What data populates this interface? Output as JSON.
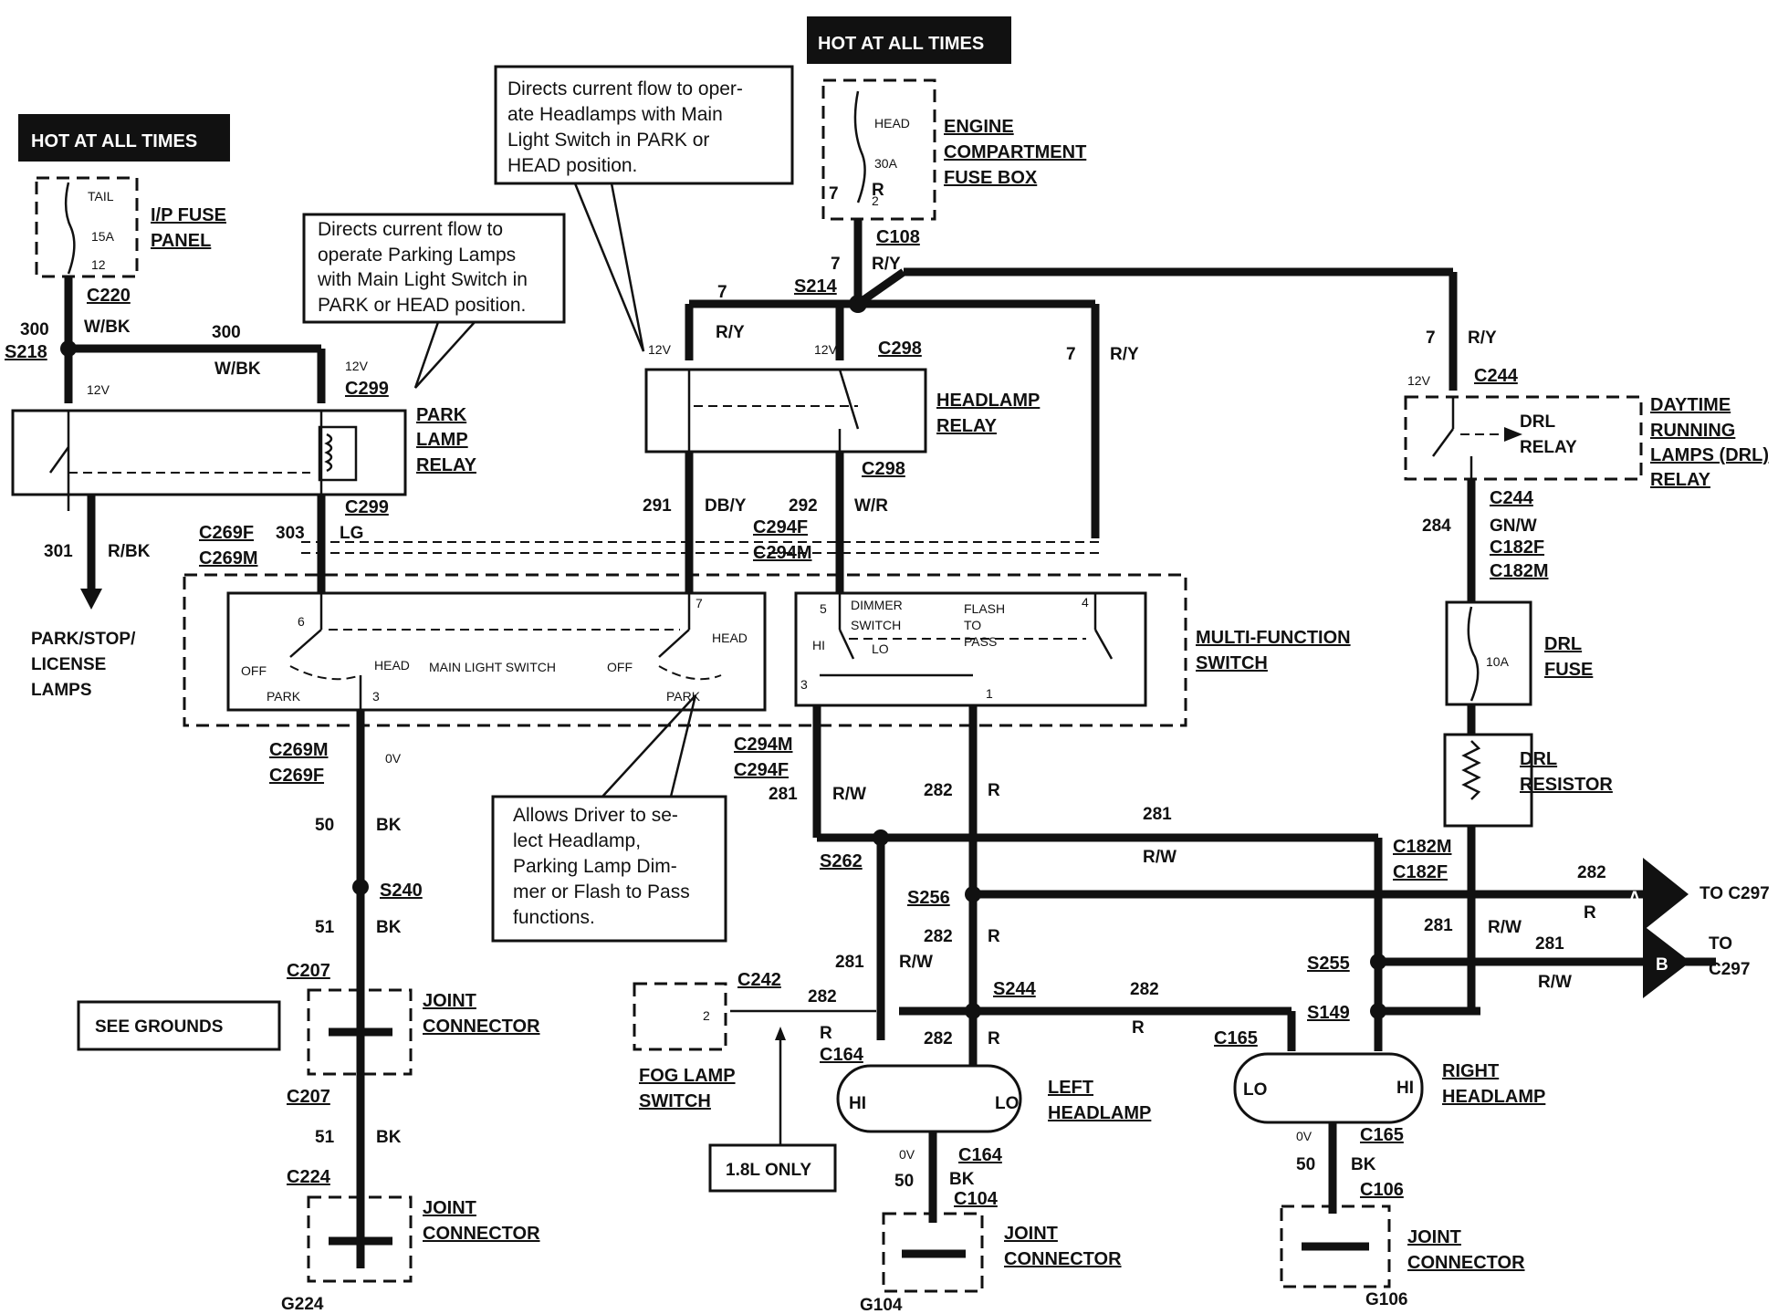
{
  "hot": {
    "left": "HOT AT ALL TIMES",
    "top": "HOT AT ALL TIMES"
  },
  "fuse_ip": {
    "name": "TAIL",
    "amps": "15A",
    "pin": "12",
    "label1": "I/P FUSE",
    "label2": "PANEL",
    "conn": "C220"
  },
  "fuse_engine": {
    "name": "HEAD",
    "amps": "30A",
    "pin": "2",
    "wire": "7",
    "color": "R",
    "label1": "ENGINE",
    "label2": "COMPARTMENT",
    "label3": "FUSE BOX",
    "conn": "C108"
  },
  "notes": {
    "park": [
      "Directs current flow to",
      "operate Parking Lamps",
      "with Main Light Switch in",
      "PARK or HEAD position."
    ],
    "head": [
      "Directs current flow to oper-",
      "ate Headlamps  with Main",
      "Light  Switch  in  PARK  or",
      "HEAD position."
    ],
    "driver": [
      "Allows Driver to se-",
      "lect       Headlamp,",
      "Parking Lamp Dim-",
      "mer or Flash to Pass",
      "functions."
    ]
  },
  "park_relay": {
    "label1": "PARK",
    "label2": "LAMP",
    "label3": "RELAY",
    "conn": "C299"
  },
  "head_relay": {
    "label1": "HEADLAMP",
    "label2": "RELAY",
    "conn": "C298"
  },
  "drl_relay": {
    "name1": "DRL",
    "name2": "RELAY",
    "label1": "DAYTIME",
    "label2": "RUNNING",
    "label3": "LAMPS (DRL)",
    "label4": "RELAY",
    "conn": "C244"
  },
  "mfs": {
    "label1": "MULTI-FUNCTION",
    "label2": "SWITCH",
    "main": "MAIN LIGHT SWITCH",
    "dimmer1": "DIMMER",
    "dimmer2": "SWITCH",
    "flash1": "FLASH",
    "flash2": "TO",
    "flash3": "PASS",
    "off": "OFF",
    "head": "HEAD",
    "park": "PARK",
    "hi": "HI",
    "lo": "LO",
    "p6": "6",
    "p7": "7",
    "p3": "3",
    "p5": "5",
    "p4": "4",
    "p3b": "3",
    "p1": "1"
  },
  "wires": {
    "w300": "300",
    "wbk": "W/BK",
    "s218": "S218",
    "v12": "12V",
    "w301": "301",
    "rbk": "R/BK",
    "w303": "303",
    "lg": "LG",
    "c269f": "C269F",
    "c269m": "C269M",
    "w7": "7",
    "ry": "R/Y",
    "s214": "S214",
    "w291": "291",
    "dby": "DB/Y",
    "w292": "292",
    "wr": "W/R",
    "c294f": "C294F",
    "c294m": "C294M",
    "w281": "281",
    "rw": "R/W",
    "w282": "282",
    "r": "R",
    "s262": "S262",
    "s256": "S256",
    "s244": "S244",
    "s255": "S255",
    "s149": "S149",
    "w50": "50",
    "bk": "BK",
    "s240": "S240",
    "w51": "51",
    "c207": "C207",
    "c224": "C224",
    "g224": "G224",
    "ov": "0V",
    "w284": "284",
    "gnw": "GN/W",
    "c182f": "C182F",
    "c182m": "C182M",
    "c164": "C164",
    "c165": "C165",
    "c104": "C104",
    "c106": "C106",
    "g104": "G104",
    "g106": "G106",
    "c242": "C242"
  },
  "lamps_out": [
    "PARK/STOP/",
    "LICENSE",
    "LAMPS"
  ],
  "grounds": "SEE GROUNDS",
  "joint": [
    "JOINT",
    "CONNECTOR"
  ],
  "drl_fuse": {
    "label1": "DRL",
    "label2": "FUSE",
    "amps": "10A"
  },
  "drl_res": {
    "label1": "DRL",
    "label2": "RESISTOR"
  },
  "fog": {
    "label1": "FOG LAMP",
    "label2": "SWITCH",
    "pin": "2",
    "note": "1.8L ONLY"
  },
  "left_hl": {
    "label1": "LEFT",
    "label2": "HEADLAMP",
    "hi": "HI",
    "lo": "LO"
  },
  "right_hl": {
    "label1": "RIGHT",
    "label2": "HEADLAMP",
    "hi": "HI",
    "lo": "LO"
  },
  "arrows": {
    "a": "A",
    "b": "B",
    "to": "TO C297",
    "to1": "TO",
    "to2": "C297"
  }
}
